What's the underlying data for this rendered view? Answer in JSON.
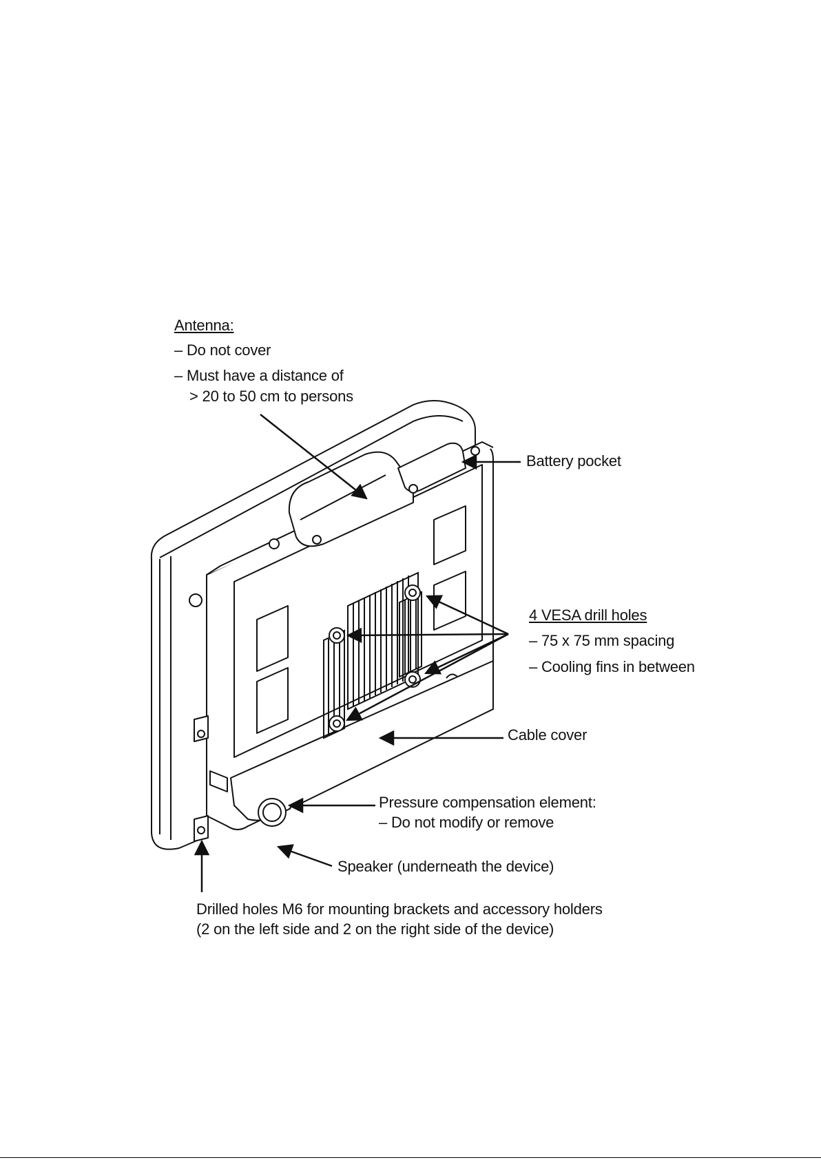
{
  "antenna": {
    "heading": "Antenna:",
    "bullets": [
      "–  Do not cover",
      "–  Must have a distance of"
    ],
    "continuation": "> 20 to 50 cm to persons"
  },
  "battery": {
    "label": "Battery pocket"
  },
  "vesa": {
    "heading": "4 VESA drill holes",
    "bullets": [
      "–  75 x 75 mm spacing",
      "–  Cooling fins in between"
    ]
  },
  "cable": {
    "label": "Cable cover"
  },
  "pressure": {
    "heading": "Pressure compensation element:",
    "bullet": "–  Do not modify or remove"
  },
  "speaker": {
    "label": "Speaker (underneath  the device)"
  },
  "drilled": {
    "line1": "Drilled holes M6 for mounting brackets and accessory holders",
    "line2": "(2 on the left side and 2 on the right side of the device)"
  },
  "colors": {
    "line": "#111111",
    "background": "#ffffff"
  }
}
